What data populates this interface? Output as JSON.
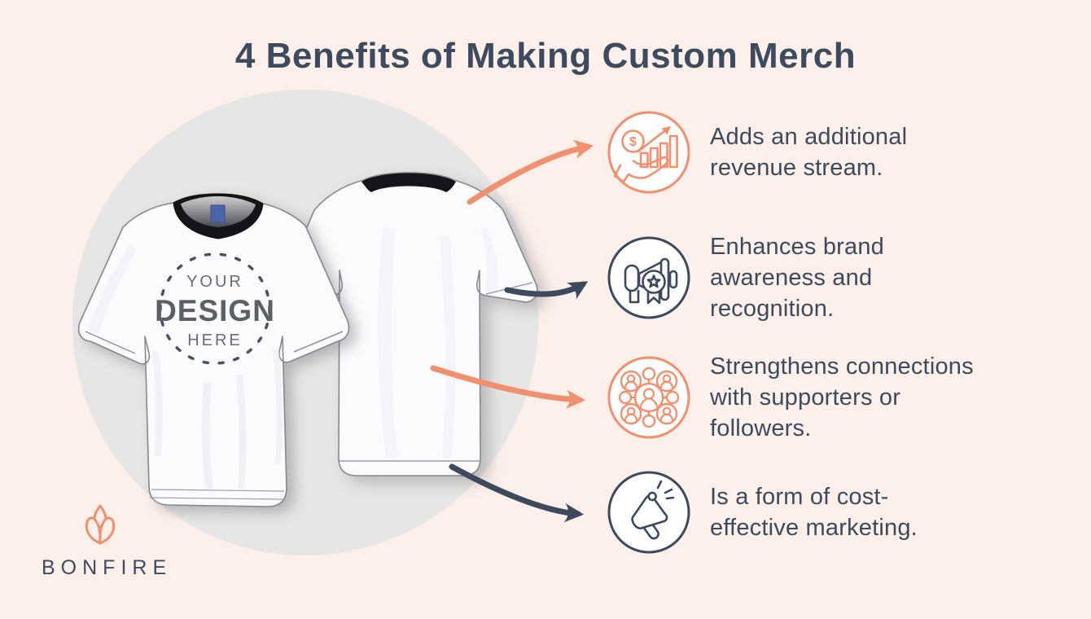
{
  "title": "4 Benefits of Making Custom Merch",
  "colors": {
    "background": "#FDEFE9",
    "backdrop_circle": "#E6E6E5",
    "dark_slate": "#3D4A5C",
    "orange_accent": "#F0906E",
    "shirt_white": "#FBFBFD",
    "collar_black": "#141518",
    "tag_blue": "#4B63A9"
  },
  "shirt_design": {
    "line1": "YOUR",
    "line2": "DESIGN",
    "line3": "HERE"
  },
  "benefits": [
    {
      "icon": "revenue-growth-icon",
      "accent": "#F0906E",
      "lines": [
        "Adds an additional",
        "revenue stream."
      ]
    },
    {
      "icon": "brand-badge-megaphone-icon",
      "accent": "#3D4A5C",
      "lines": [
        "Enhances brand",
        "awareness and",
        "recognition."
      ]
    },
    {
      "icon": "supporter-network-icon",
      "accent": "#F0906E",
      "lines": [
        "Strengthens connections",
        "with supporters or",
        "followers."
      ]
    },
    {
      "icon": "marketing-megaphone-icon",
      "accent": "#3D4A5C",
      "lines": [
        "Is a form of cost-",
        "effective marketing."
      ]
    }
  ],
  "logo": {
    "name": "BONFIRE"
  }
}
